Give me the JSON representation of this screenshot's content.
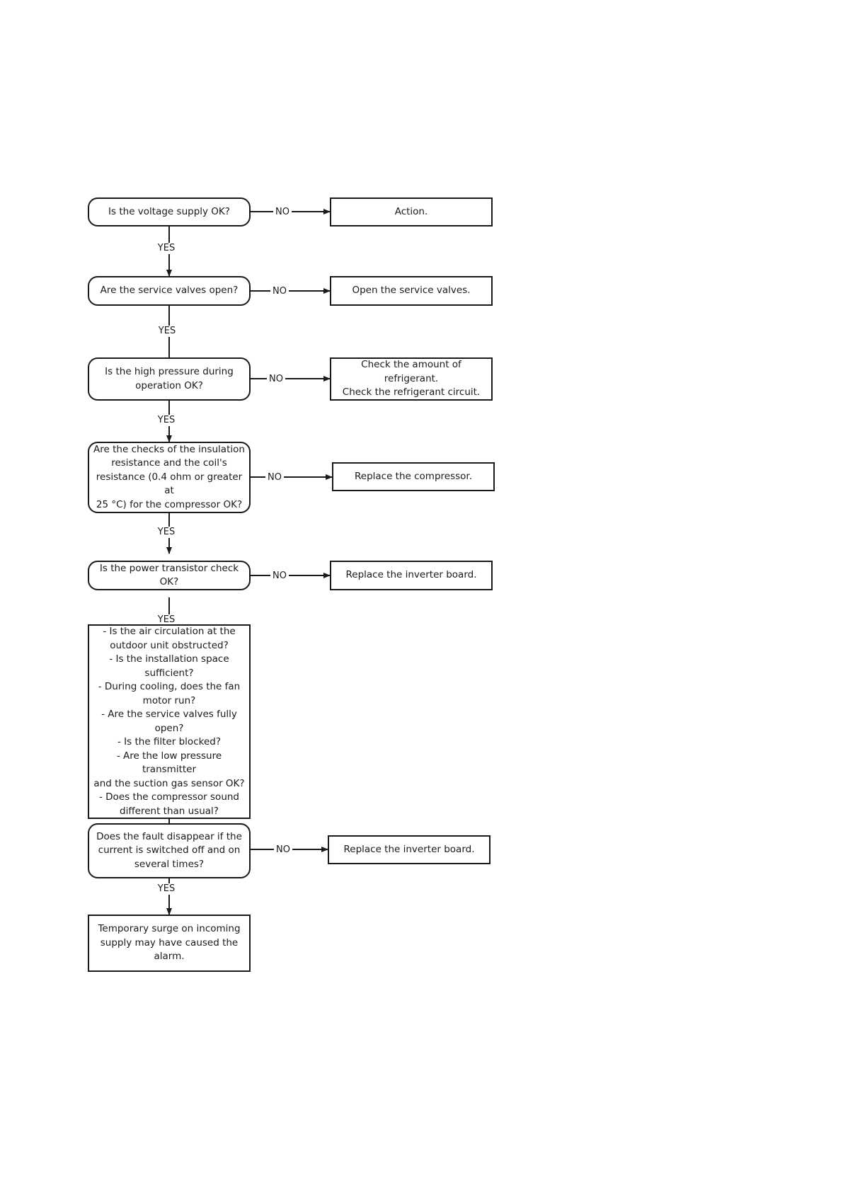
{
  "flowchart": {
    "steps": [
      {
        "question": "Is the voltage supply OK?",
        "no_label": "NO",
        "no_action": "Action.",
        "yes_label": "YES"
      },
      {
        "question": "Are the service valves open?",
        "no_label": "NO",
        "no_action": "Open the service valves.",
        "yes_label": "YES"
      },
      {
        "question": "Is the high pressure during\noperation OK?",
        "no_label": "NO",
        "no_action": "Check the amount of refrigerant.\nCheck the refrigerant circuit.",
        "yes_label": "YES"
      },
      {
        "question": "Are the checks of the insulation\nresistance and the coil's\nresistance (0.4 ohm or greater at\n25 °C) for the compressor OK?",
        "no_label": "NO",
        "no_action": "Replace the compressor.",
        "yes_label": "YES"
      },
      {
        "question": "Is the power transistor check OK?",
        "no_label": "NO",
        "no_action": "Replace the inverter board.",
        "yes_label": "YES"
      }
    ],
    "checklist": "- Is the air circulation at the\noutdoor unit obstructed?\n- Is the installation space\nsufficient?\n- During cooling, does the fan\nmotor run?\n- Are the service valves fully\nopen?\n- Is the filter blocked?\n- Are the low pressure transmitter\nand the suction gas sensor OK?\n- Does the compressor sound\ndifferent than usual?",
    "final_question": {
      "question": "Does the fault disappear if the\ncurrent is switched off and on\nseveral times?",
      "no_label": "NO",
      "no_action": "Replace the inverter board.",
      "yes_label": "YES"
    },
    "conclusion": "Temporary surge on incoming\nsupply may have caused the\nalarm."
  }
}
